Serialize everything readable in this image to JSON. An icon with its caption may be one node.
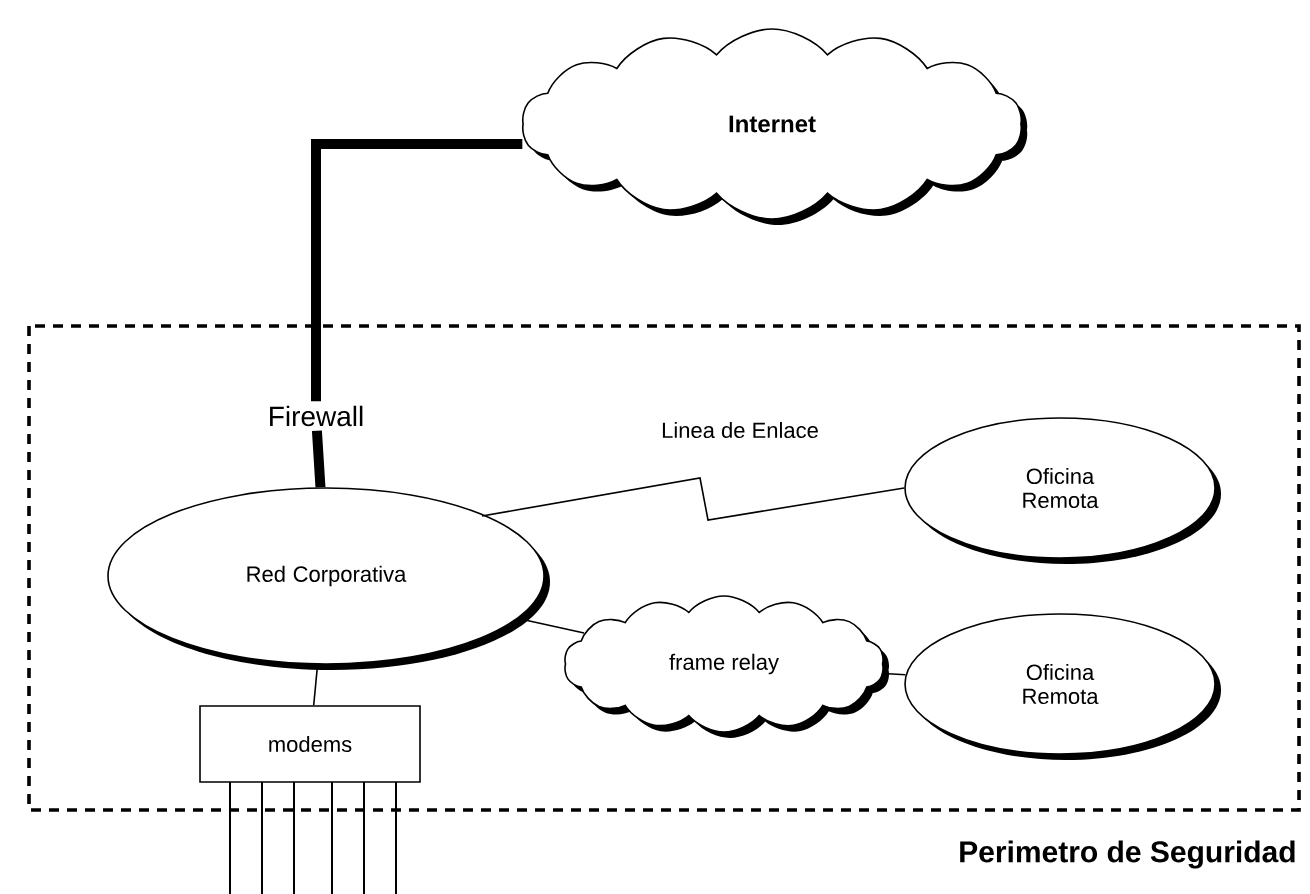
{
  "diagram": {
    "nodes": [
      {
        "text": [
          "Perimetro de Seguridad"
        ]
      },
      {
        "text": [
          "Internet"
        ]
      },
      {
        "text": [
          "Firewall"
        ],
        "in": 0
      },
      {
        "text": [
          "Red Corporativa"
        ],
        "in": 0
      },
      {
        "text": [
          "Oficina Remota"
        ],
        "in": 0
      },
      {
        "text": [
          "frame relay"
        ],
        "in": 0
      },
      {
        "text": [
          "Oficina Remota"
        ],
        "in": 0
      },
      {
        "text": [
          "modems"
        ],
        "in": 0
      }
    ],
    "edges": [
      {
        "from": 1,
        "to": 2,
        "arrow": "none",
        "style": "thick"
      },
      {
        "from": 2,
        "to": 3,
        "arrow": "none",
        "style": "thick"
      },
      {
        "from": 3,
        "to": 4,
        "arrow": "none",
        "label": "Linea de Enlace"
      },
      {
        "from": 3,
        "to": 5,
        "arrow": "none"
      },
      {
        "from": 5,
        "to": 6,
        "arrow": "none"
      },
      {
        "from": 3,
        "to": 7,
        "arrow": "none"
      }
    ]
  }
}
